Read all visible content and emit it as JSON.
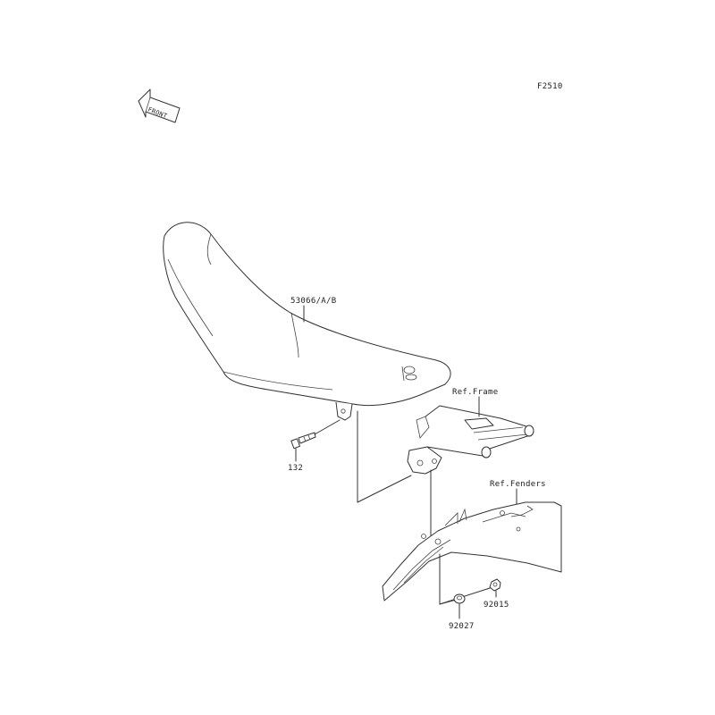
{
  "diagram": {
    "figure_code": "F2510",
    "front_indicator": "FRONT",
    "callouts": {
      "seat": "53066/A/B",
      "frame_ref": "Ref.Frame",
      "fenders_ref": "Ref.Fenders",
      "bolt": "132",
      "nut": "92015",
      "collar": "92027"
    }
  }
}
